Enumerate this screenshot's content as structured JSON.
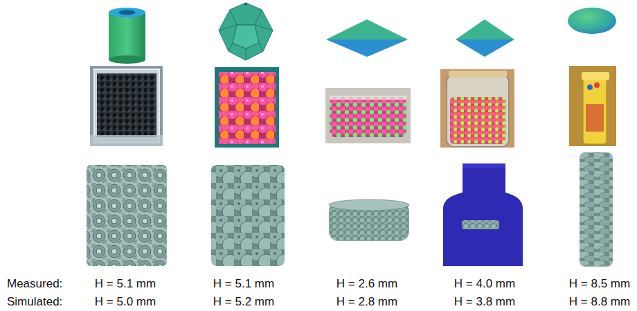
{
  "diagram": {
    "labels": [
      "Measured:",
      "H = 5.1 mm",
      "H = 5.1 mm",
      "H = 2.6 mm",
      "H = 4.0 mm",
      "H = 8.5 mm",
      "Simulated:",
      "H = 5.0 mm",
      "H = 5.2 mm",
      "H = 2.8 mm",
      "H = 3.8 mm",
      "H = 8.8 mm"
    ]
  }
}
